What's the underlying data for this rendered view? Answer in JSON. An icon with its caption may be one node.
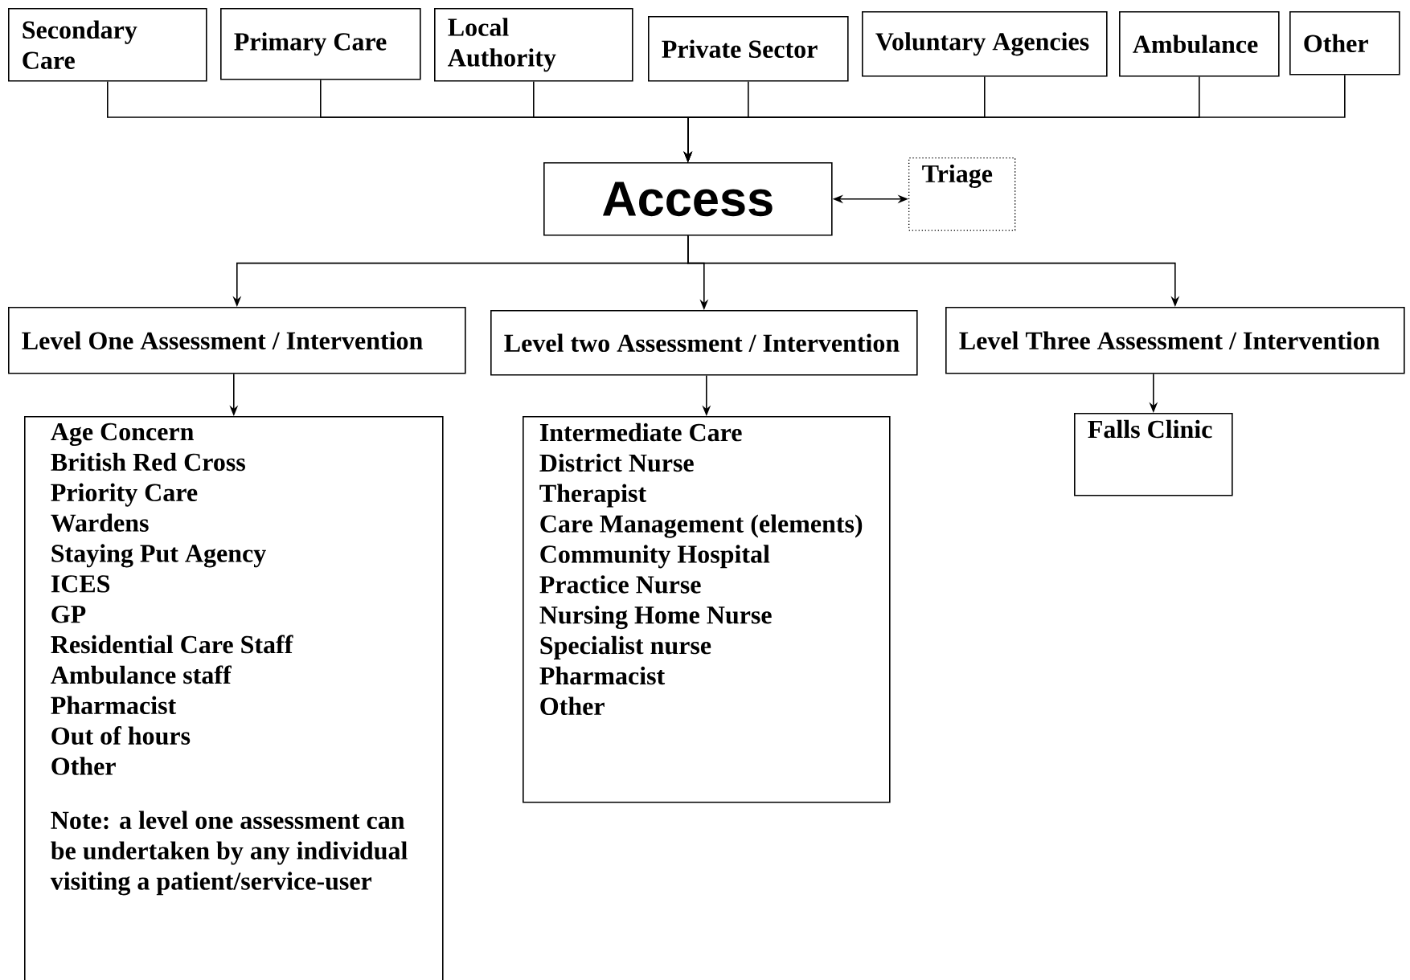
{
  "diagram": {
    "nodes": [
      {
        "text": [
          "Secondary Care"
        ]
      },
      {
        "text": [
          "Primary Care"
        ]
      },
      {
        "text": [
          "Local Authority"
        ]
      },
      {
        "text": [
          "Private Sector"
        ]
      },
      {
        "text": [
          "Voluntary Agencies"
        ]
      },
      {
        "text": [
          "Ambulance"
        ]
      },
      {
        "text": [
          "Other"
        ]
      },
      {
        "text": [
          "Access"
        ]
      },
      {
        "text": [
          "Triage"
        ]
      },
      {
        "text": [
          "Level One Assessment / Intervention"
        ]
      },
      {
        "text": [
          "Level two Assessment / Intervention"
        ]
      },
      {
        "text": [
          "Level Three Assessment / Intervention"
        ]
      },
      {
        "text": [
          "Age Concern",
          "British Red Cross",
          "Priority Care",
          "Wardens",
          "Staying Put Agency",
          "ICES",
          "GP",
          "Residential Care Staff",
          "Ambulance staff",
          "Pharmacist",
          "Out of hours",
          "Other",
          "Note: a level one assessment can be undertaken by any individual visiting a patient/service-user"
        ]
      },
      {
        "text": [
          "Intermediate Care",
          "District Nurse",
          "Therapist",
          "Care Management (elements)",
          "Community Hospital",
          "Practice Nurse",
          "Nursing Home Nurse",
          "Specialist nurse",
          "Pharmacist",
          "Other"
        ]
      },
      {
        "text": [
          "Falls Clinic"
        ]
      }
    ],
    "edges": [
      {
        "from": 0,
        "to": 7,
        "arrow": "to"
      },
      {
        "from": 1,
        "to": 7,
        "arrow": "to"
      },
      {
        "from": 2,
        "to": 7,
        "arrow": "to"
      },
      {
        "from": 3,
        "to": 7,
        "arrow": "to"
      },
      {
        "from": 4,
        "to": 7,
        "arrow": "to"
      },
      {
        "from": 5,
        "to": 7,
        "arrow": "to"
      },
      {
        "from": 6,
        "to": 7,
        "arrow": "to"
      },
      {
        "from": 7,
        "to": 8,
        "arrow": "both"
      },
      {
        "from": 7,
        "to": 9,
        "arrow": "to"
      },
      {
        "from": 7,
        "to": 10,
        "arrow": "to"
      },
      {
        "from": 7,
        "to": 11,
        "arrow": "to"
      },
      {
        "from": 9,
        "to": 12,
        "arrow": "to"
      },
      {
        "from": 10,
        "to": 13,
        "arrow": "to"
      },
      {
        "from": 11,
        "to": 14,
        "arrow": "to"
      }
    ]
  }
}
